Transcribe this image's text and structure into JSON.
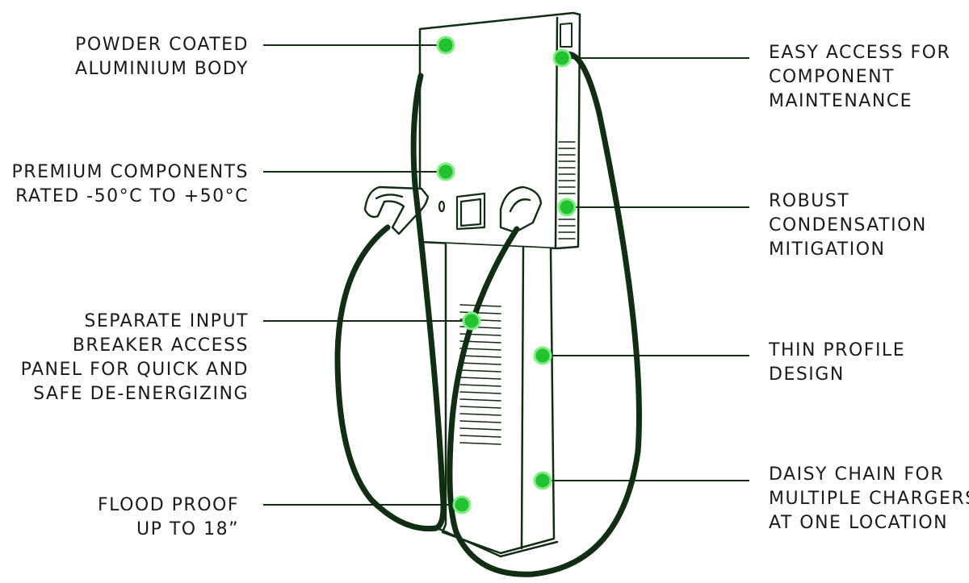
{
  "colors": {
    "line": "#0f2e12",
    "dot": "#22c232",
    "dot_glow": "#7ff07f",
    "text": "#1a1a1a"
  },
  "callouts": {
    "body": [
      "POWDER COATED",
      "ALUMINIUM BODY"
    ],
    "components": [
      "PREMIUM COMPONENTS",
      "RATED -50°C TO +50°C"
    ],
    "breaker": [
      "SEPARATE INPUT",
      "BREAKER ACCESS",
      "PANEL FOR QUICK AND",
      "SAFE DE-ENERGIZING"
    ],
    "flood": [
      "FLOOD PROOF",
      "UP TO 18”"
    ],
    "maintenance": [
      "EASY ACCESS FOR",
      "COMPONENT",
      "MAINTENANCE"
    ],
    "condensation": [
      "ROBUST",
      "CONDENSATION",
      "MITIGATION"
    ],
    "profile": [
      "THIN PROFILE",
      "DESIGN"
    ],
    "daisy": [
      "DAISY CHAIN FOR",
      "MULTIPLE CHARGERS",
      "AT ONE LOCATION"
    ]
  }
}
